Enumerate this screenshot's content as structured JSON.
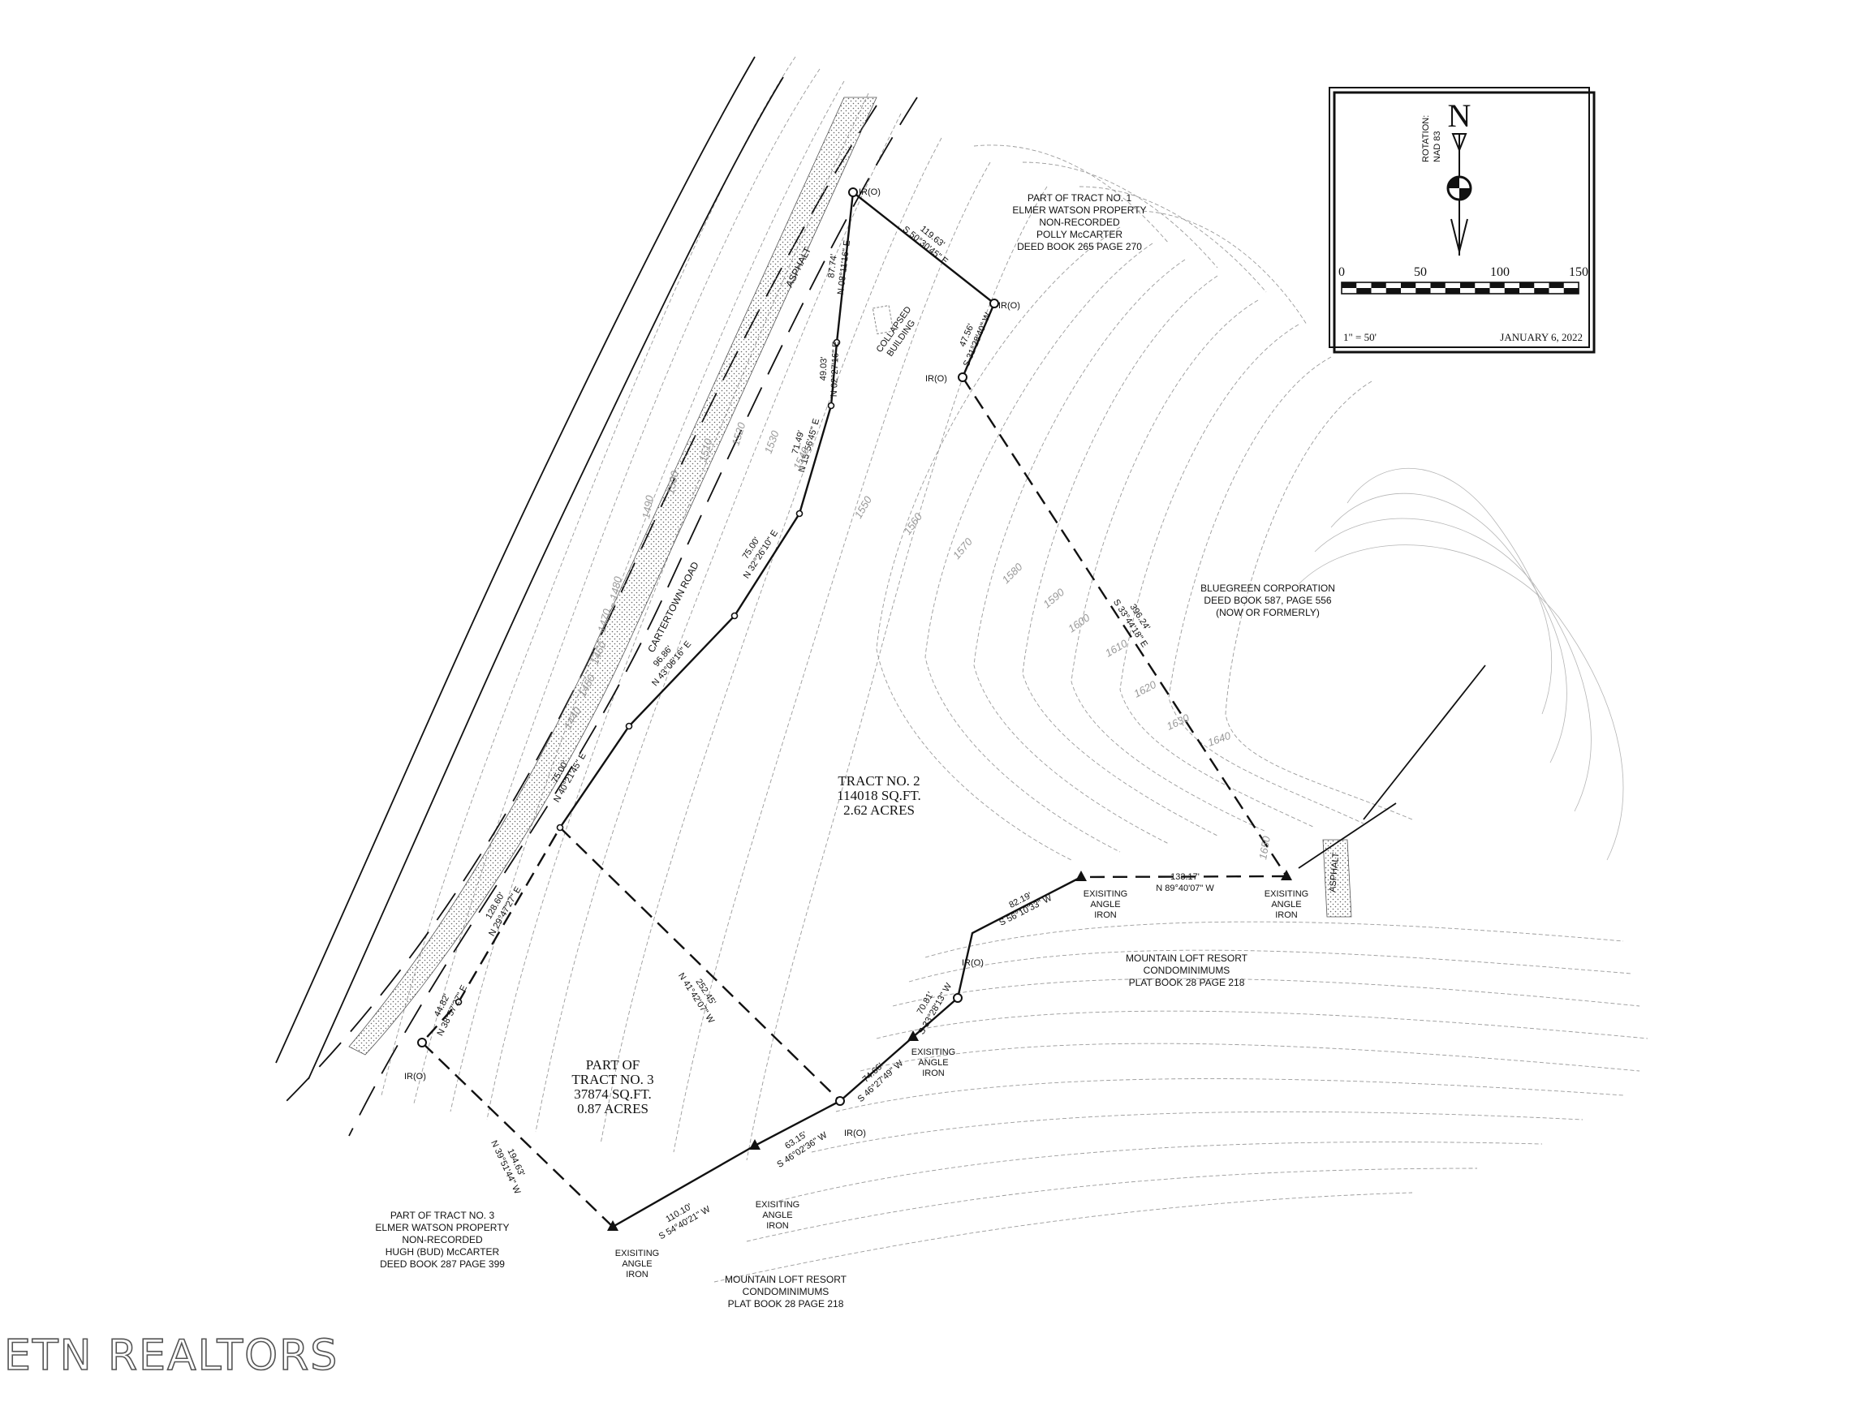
{
  "north_arrow": {
    "north_letter": "N",
    "rotation_label": "ROTATION:",
    "rotation_value": "NAD 83",
    "scale_ticks": [
      "0",
      "50",
      "100",
      "150"
    ],
    "scale_text": "1\" = 50'",
    "date": "JANUARY 6, 2022",
    "icon": "north-arrow-compass-icon"
  },
  "tracts": {
    "tract2": [
      "TRACT NO. 2",
      "114018 SQ.FT.",
      "2.62 ACRES"
    ],
    "tract3": [
      "PART OF",
      "TRACT NO. 3",
      "37874 SQ.FT.",
      "0.87 ACRES"
    ]
  },
  "adjoiners": {
    "tract1": [
      "PART OF TRACT NO. 1",
      "ELMER WATSON PROPERTY",
      "NON-RECORDED",
      "POLLY McCARTER",
      "DEED BOOK 265 PAGE 270"
    ],
    "bluegreen": [
      "BLUEGREEN CORPORATION",
      "DEED BOOK 587, PAGE 556",
      "(NOW OR FORMERLY)"
    ],
    "mountain_loft_east": [
      "MOUNTAIN LOFT RESORT",
      "CONDOMINIMUMS",
      "PLAT BOOK 28 PAGE 218"
    ],
    "mountain_loft_south": [
      "MOUNTAIN LOFT RESORT",
      "CONDOMINIMUMS",
      "PLAT BOOK 28 PAGE 218"
    ],
    "tract3_west": [
      "PART OF TRACT NO. 3",
      "ELMER WATSON PROPERTY",
      "NON-RECORDED",
      "HUGH (BUD) McCARTER",
      "DEED BOOK 287 PAGE 399"
    ]
  },
  "features": {
    "road": "CARTERTOWN ROAD",
    "asphalt": "ASPHALT",
    "asphalt_east": "ASPHALT",
    "building": [
      "COLLAPSED",
      "BUILDING"
    ]
  },
  "monuments": {
    "ir": "IR(O)",
    "angle_iron": [
      "EXISITING",
      "ANGLE",
      "IRON"
    ]
  },
  "courses": [
    {
      "bearing": "S 50°30'45\" E",
      "distance": "119.63'"
    },
    {
      "bearing": "S 31°28'40\" W",
      "distance": "47.56'"
    },
    {
      "bearing": "S 33°44'18\" E",
      "distance": "396.24'"
    },
    {
      "bearing": "N 89°40'07\" W",
      "distance": "133.17'"
    },
    {
      "bearing": "S 56°10'33\" W",
      "distance": "82.19'"
    },
    {
      "bearing": "S 33°28'13\" W",
      "distance": "70.81'"
    },
    {
      "bearing": "S 46°27'49\" W",
      "distance": "74.66'"
    },
    {
      "bearing": "S 46°02'36\" W",
      "distance": "63.15'"
    },
    {
      "bearing": "S 54°40'21\" W",
      "distance": "110.10'"
    },
    {
      "bearing": "N 39°51'44\" W",
      "distance": "194.63'"
    },
    {
      "bearing": "N 38°57'27\" E",
      "distance": "44.82'"
    },
    {
      "bearing": "N 29°47'27\" E",
      "distance": "128.60'"
    },
    {
      "bearing": "N 41°42'07\" W",
      "distance": "252.45'"
    },
    {
      "bearing": "N 40°21'45\" E",
      "distance": "75.00'"
    },
    {
      "bearing": "N 43°06'16\" E",
      "distance": "96.86'"
    },
    {
      "bearing": "N 32°26'10\" E",
      "distance": "75.00'"
    },
    {
      "bearing": "N 15°56'45\" E",
      "distance": "71.49'"
    },
    {
      "bearing": "N 02°27'16\" E",
      "distance": "49.03'"
    },
    {
      "bearing": "N 08°11'16\" E",
      "distance": "87.74'"
    }
  ],
  "contours": [
    "1440",
    "1450",
    "1460",
    "1470",
    "1480",
    "1490",
    "1500",
    "1510",
    "1520",
    "1530",
    "1540",
    "1550",
    "1560",
    "1570",
    "1580",
    "1590",
    "1600",
    "1610",
    "1620",
    "1630",
    "1640",
    "1650"
  ],
  "watermark": "ETN REALTORS"
}
